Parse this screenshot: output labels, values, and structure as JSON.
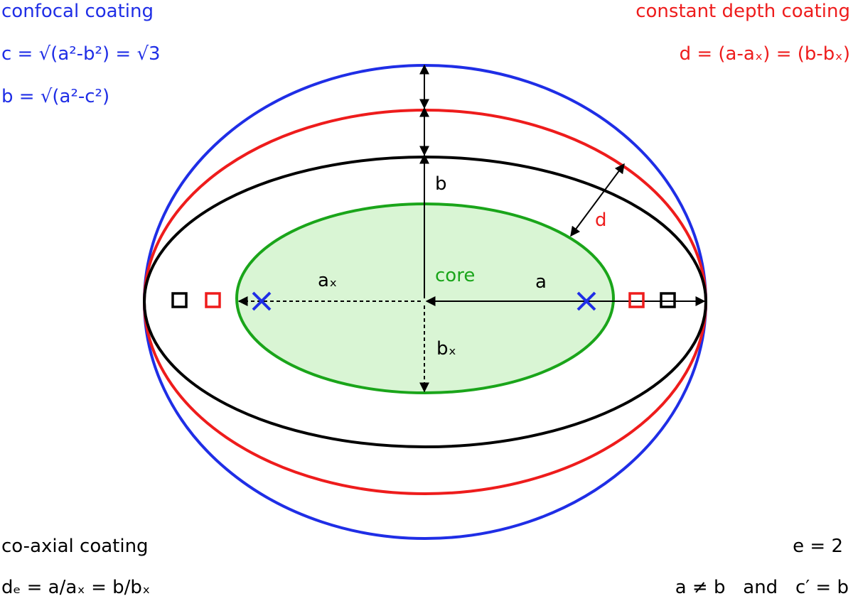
{
  "colors": {
    "confocal": "#1f2ee6",
    "constant_depth": "#ee1c1c",
    "coaxial": "#000000",
    "core_stroke": "#1aa51a",
    "core_fill": "#d9f5d4",
    "focus_marker": "#1f2ee6"
  },
  "corner_text": {
    "top_left": {
      "title": "confocal coating",
      "line1": "c = √(a²-b²) = √3",
      "line2": "b = √(a²-c²)"
    },
    "top_right": {
      "title": "constant depth coating",
      "line1": "d = (a-aₓ) = (b-bₓ)"
    },
    "bottom_left": {
      "title": "co-axial coating",
      "line1": "dₑ = a/aₓ = b/bₓ"
    },
    "bottom_right": {
      "line1": "e = 2",
      "line2": "a ≠ b   and   c′ = b"
    }
  },
  "labels": {
    "b": "b",
    "a": "a",
    "ac": "aₓ",
    "bc": "bₓ",
    "d": "d",
    "core": "core"
  },
  "markers": {
    "focus_shape": "x-cross-icon",
    "focus_coaxial_shape": "square-icon",
    "focus_constant_shape": "square-icon"
  }
}
